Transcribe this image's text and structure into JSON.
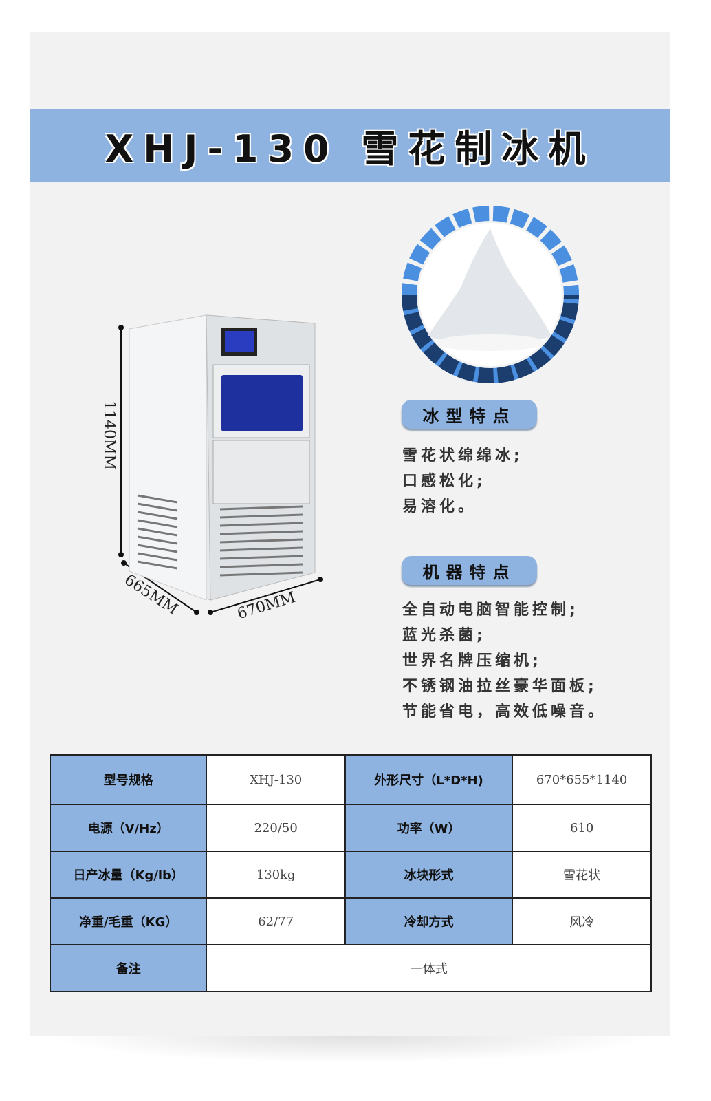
{
  "title": "XHJ-130 雪花制冰机",
  "dimensions": {
    "height": "1140MM",
    "depth": "665MM",
    "width": "670MM"
  },
  "ice_features": {
    "label": "冰型特点",
    "items": [
      "雪花状绵绵冰;",
      "口感松化;",
      "易溶化。"
    ]
  },
  "machine_features": {
    "label": "机器特点",
    "items": [
      "全自动电脑智能控制;",
      "蓝光杀菌;",
      "世界名牌压缩机;",
      "不锈钢油拉丝豪华面板;",
      "节能省电，高效低噪音。"
    ]
  },
  "specs": {
    "r0": {
      "k1": "型号规格",
      "v1": "XHJ-130",
      "k2": "外形尺寸（L*D*H)",
      "v2": "670*655*1140"
    },
    "r1": {
      "k1": "电源（V/Hz）",
      "v1": "220/50",
      "k2": "功率（W）",
      "v2": "610"
    },
    "r2": {
      "k1": "日产冰量（Kg/lb）",
      "v1": "130kg",
      "k2": "冰块形式",
      "v2": "雪花状"
    },
    "r3": {
      "k1": "净重/毛重（KG）",
      "v1": "62/77",
      "k2": "冷却方式",
      "v2": "风冷"
    },
    "r4": {
      "k1": "备注",
      "v1": "一体式"
    }
  },
  "colors": {
    "accent": "#8fb3e0",
    "panel": "#1e2f9e"
  }
}
